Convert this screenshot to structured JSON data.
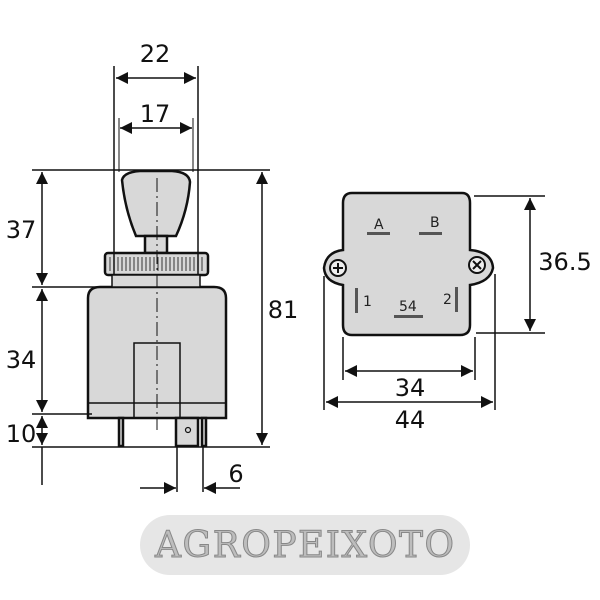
{
  "dimensions": {
    "width_nut": "22",
    "width_knob": "17",
    "height_knob": "37",
    "height_body": "34",
    "height_pins": "10",
    "height_total": "81",
    "pin_spacing": "6",
    "connector_height": "36.5",
    "connector_width": "34",
    "connector_width_ears": "44"
  },
  "terminals": {
    "a": "A",
    "b": "B",
    "t1": "1",
    "t2": "2",
    "t54": "54"
  },
  "watermark": "AGROPEIXOTO"
}
